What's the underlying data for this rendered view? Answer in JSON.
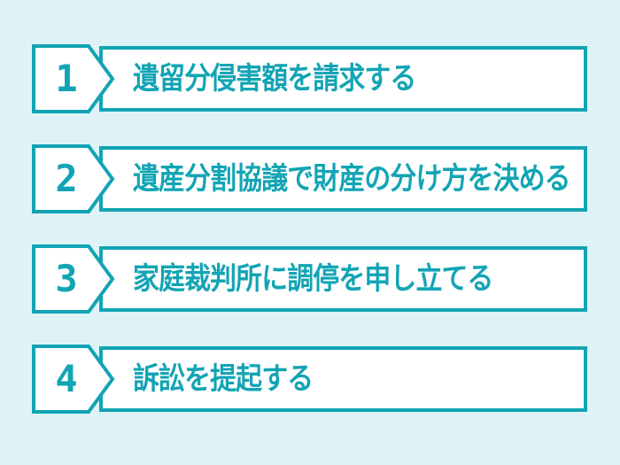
{
  "colors": {
    "background": "#def3f8",
    "teal": "#12a4b4",
    "box_fill": "#ffffff"
  },
  "steps": [
    {
      "number": "1",
      "label": "遺留分侵害額を請求する"
    },
    {
      "number": "2",
      "label": "遺産分割協議で財産の分け方を決める"
    },
    {
      "number": "3",
      "label": "家庭裁判所に調停を申し立てる"
    },
    {
      "number": "4",
      "label": "訴訟を提起する"
    }
  ]
}
